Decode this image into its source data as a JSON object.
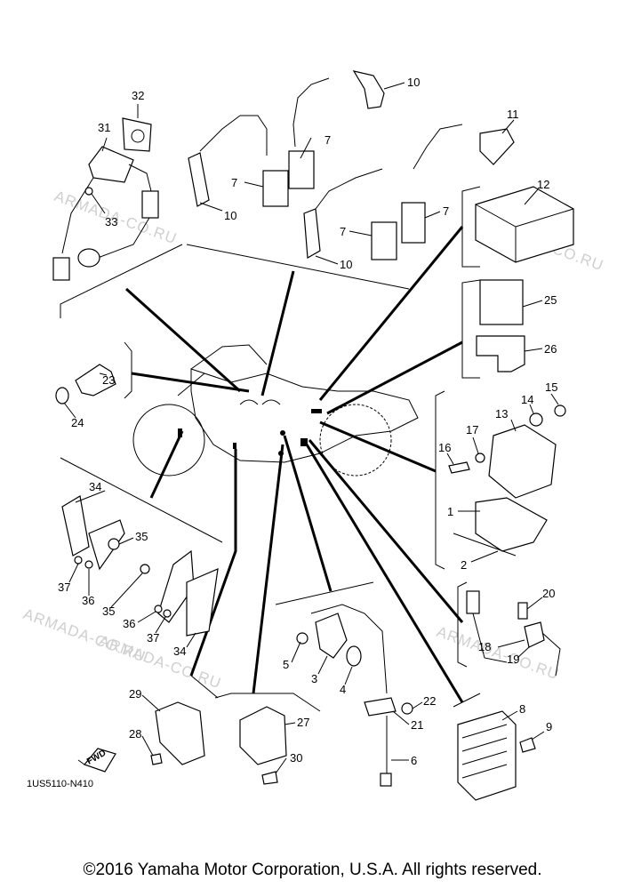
{
  "diagram": {
    "code": "1US5110-N410",
    "fwd_label": "FWD",
    "watermark": "ARMADA-CO.RU",
    "callouts": {
      "c1": "1",
      "c2": "2",
      "c3": "3",
      "c4": "4",
      "c5": "5",
      "c6": "6",
      "c7a": "7",
      "c7b": "7",
      "c7c": "7",
      "c7d": "7",
      "c8": "8",
      "c9": "9",
      "c10a": "10",
      "c10b": "10",
      "c10c": "10",
      "c11": "11",
      "c12": "12",
      "c13": "13",
      "c14": "14",
      "c15": "15",
      "c16": "16",
      "c17": "17",
      "c18": "18",
      "c19": "19",
      "c20": "20",
      "c21": "21",
      "c22": "22",
      "c23": "23",
      "c24": "24",
      "c25": "25",
      "c26": "26",
      "c27": "27",
      "c28": "28",
      "c29": "29",
      "c30": "30",
      "c31": "31",
      "c32": "32",
      "c33": "33",
      "c34a": "34",
      "c34b": "34",
      "c35a": "35",
      "c35b": "35",
      "c36a": "36",
      "c36b": "36",
      "c37a": "37",
      "c37b": "37"
    }
  },
  "copyright": "©2016 Yamaha Motor Corporation, U.S.A. All rights reserved."
}
